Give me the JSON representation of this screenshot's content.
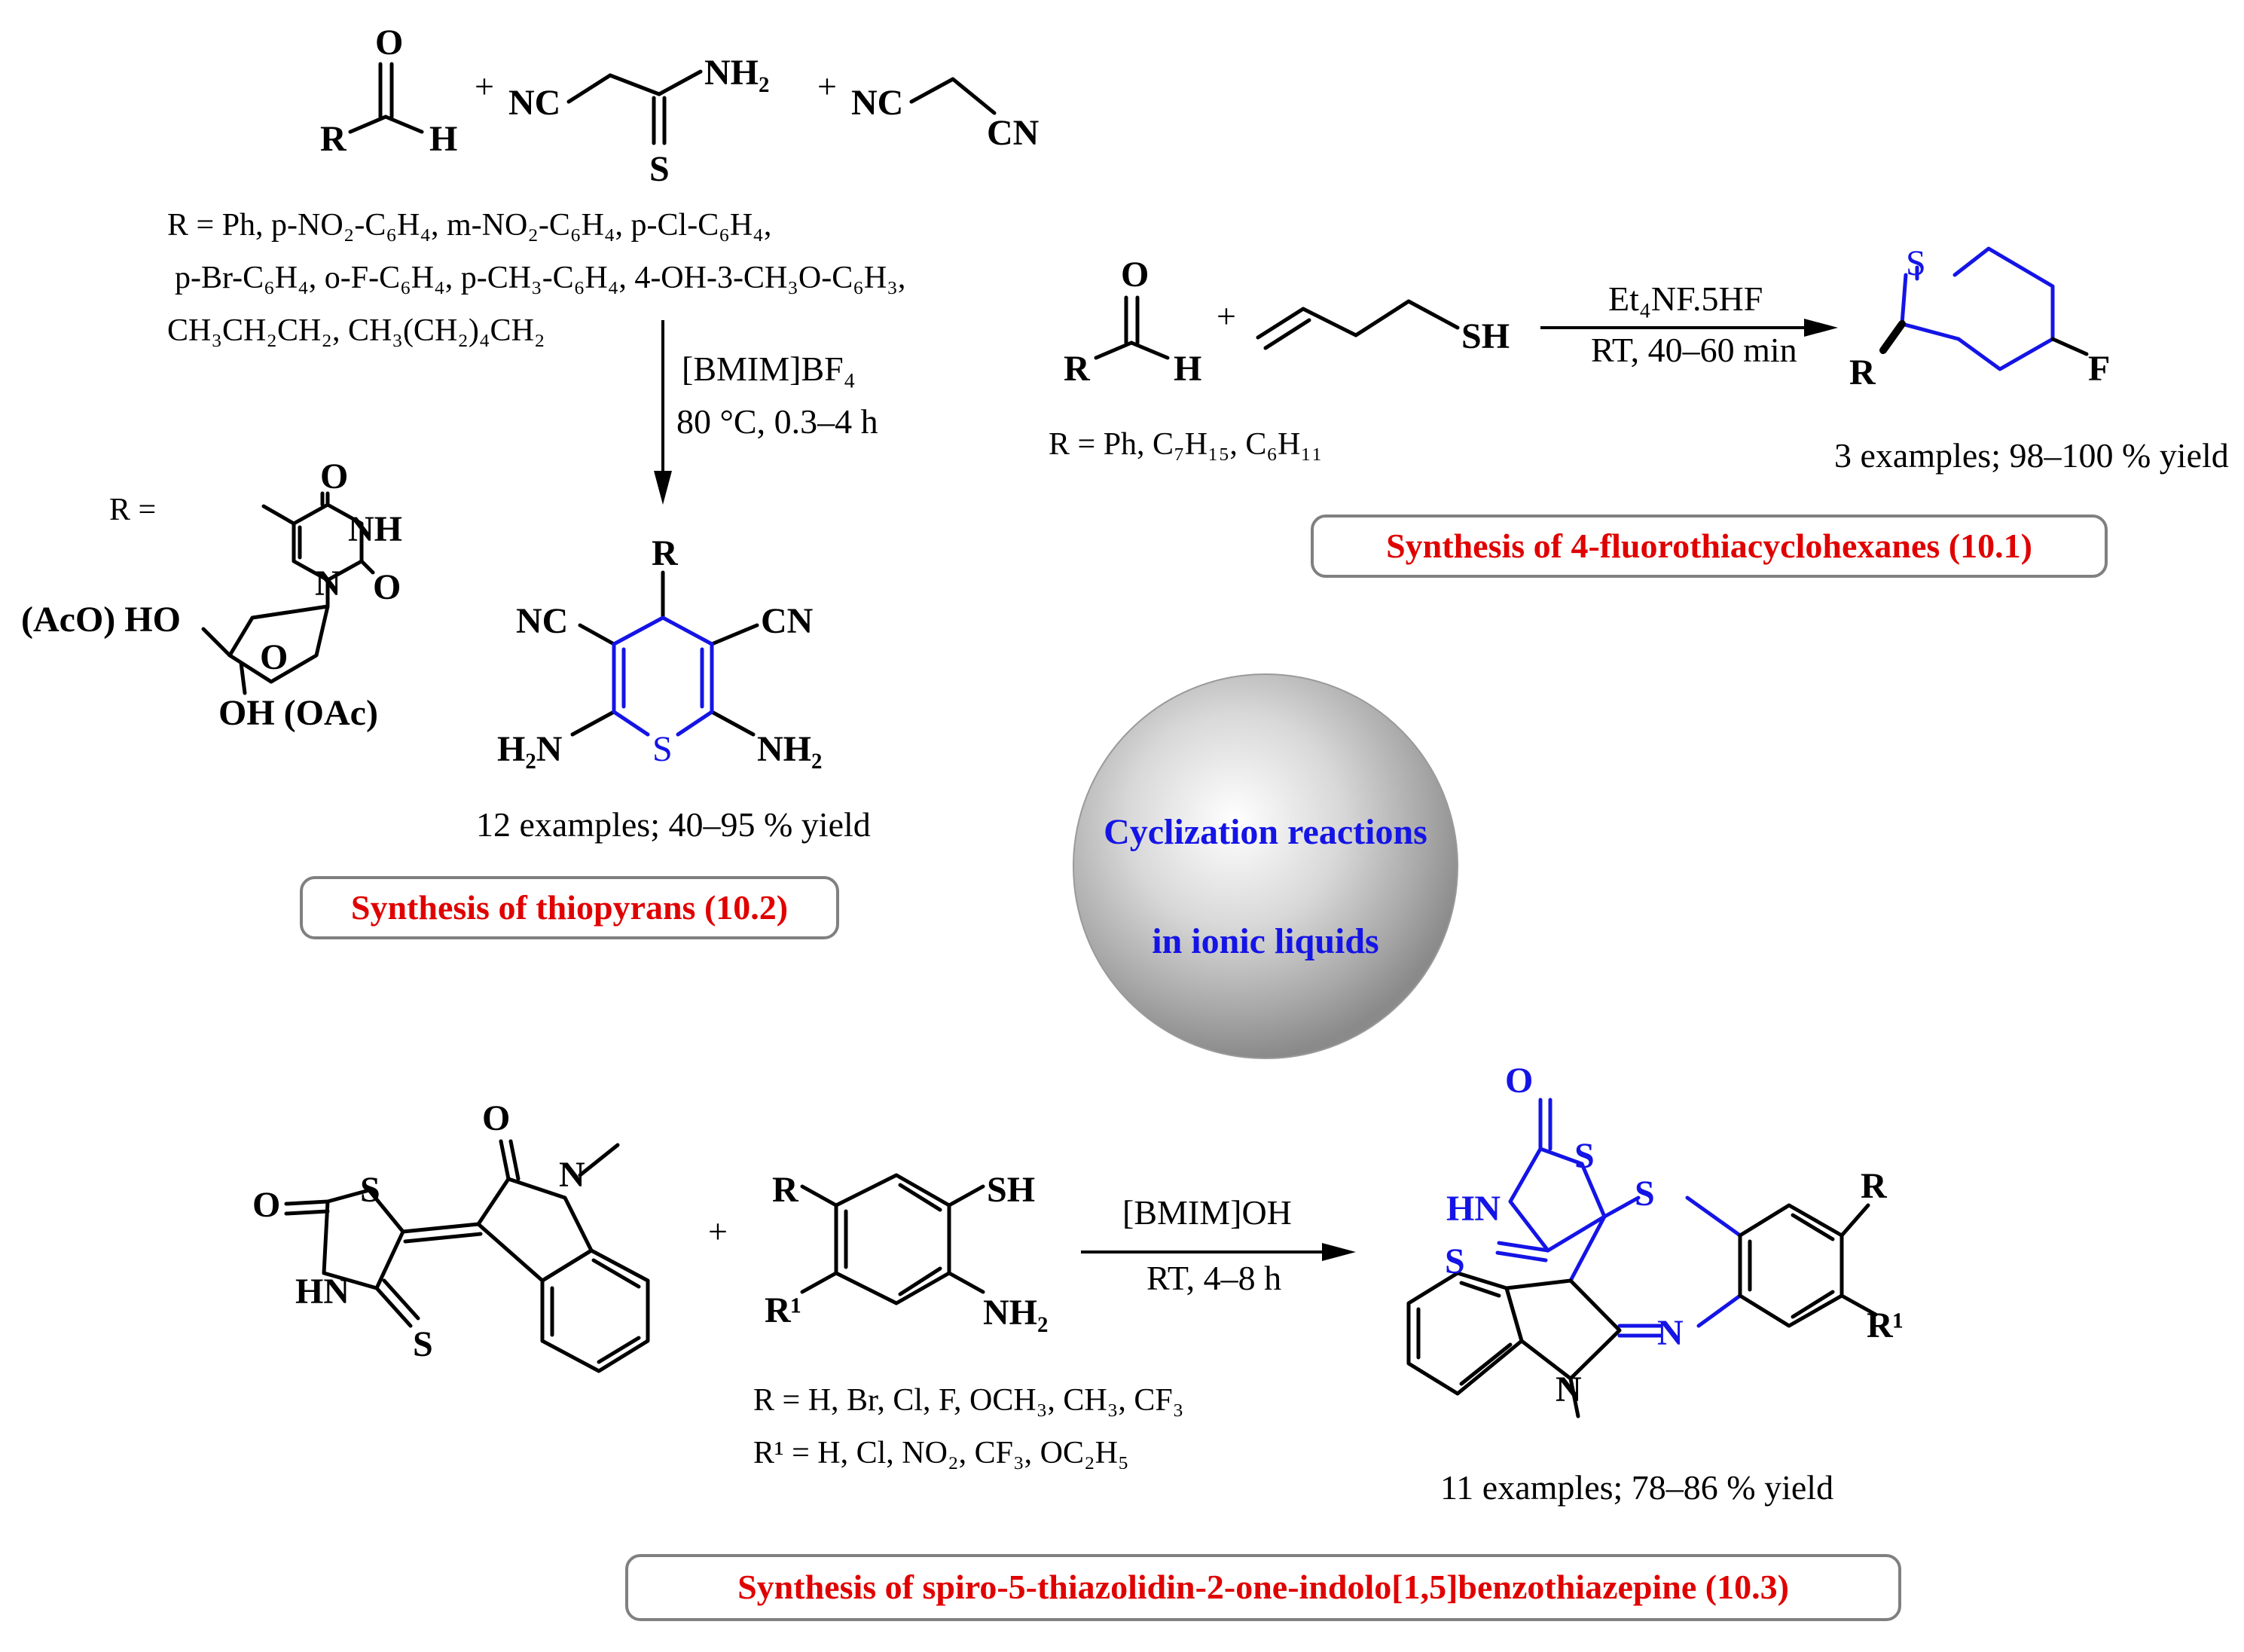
{
  "center": {
    "line1": "Cyclization reactions",
    "line2": "in ionic liquids"
  },
  "colors": {
    "title": "#e00000",
    "accent_blue": "#1414e6",
    "box_border": "#808080"
  },
  "reaction_10_2": {
    "reactant_labels": {
      "aldehyde_O": "O",
      "aldehyde_R": "R",
      "aldehyde_H": "H",
      "plus1": "+",
      "cyanothio_NC": "NC",
      "cyanothio_NH2": "NH₂",
      "cyanothio_S": "S",
      "plus2": "+",
      "malono_NC": "NC",
      "malono_CN": "CN"
    },
    "r_groups": {
      "line1": "R = Ph, p-NO₂-C₆H₄, m-NO₂-C₆H₄, p-Cl-C₆H₄,",
      "line2": "p-Br-C₆H₄, o-F-C₆H₄, p-CH₃-C₆H₄, 4-OH-3-CH₃O-C₆H₃,",
      "line3": "CH₃CH₂CH₂, CH₃(CH₂)₄CH₂"
    },
    "conditions": {
      "reagent": "[BMIM]BF₄",
      "temp_time": "80 °C, 0.3–4 h"
    },
    "nucleoside": {
      "R_eq": "R =",
      "O_top": "O",
      "NH": "NH",
      "O_right": "O",
      "N": "N",
      "AcO_HO": "(AcO) HO",
      "ring_O": "O",
      "OH_OAc": "OH (OAc)"
    },
    "product_labels": {
      "R": "R",
      "NC": "NC",
      "CN": "CN",
      "H2N": "H₂N",
      "S": "S",
      "NH2": "NH₂"
    },
    "yield": "12 examples; 40–95 % yield",
    "title": "Synthesis of thiopyrans (10.2)"
  },
  "reaction_10_1": {
    "reactant_labels": {
      "O": "O",
      "R": "R",
      "H": "H",
      "plus": "+",
      "SH": "SH"
    },
    "r_groups": "R = Ph, C₇H₁₅, C₆H₁₁",
    "conditions": {
      "reagent": "Et₄NF.5HF",
      "temp_time": "RT, 40–60 min"
    },
    "product_labels": {
      "S": "S",
      "R": "R",
      "F": "F"
    },
    "yield": "3 examples; 98–100 % yield",
    "title": "Synthesis of 4-fluorothiacyclohexanes (10.1)"
  },
  "reaction_10_3": {
    "reactant1_labels": {
      "O_lactam": "O",
      "N_methyl": "N",
      "O_thz": "O",
      "S_thz": "S",
      "HN": "HN",
      "S_thioxo": "S"
    },
    "plus": "+",
    "reactant2_labels": {
      "R": "R",
      "SH": "SH",
      "R1": "R¹",
      "NH2": "NH₂"
    },
    "r_groups": {
      "line1": "R = H, Br, Cl, F, OCH₃, CH₃, CF₃",
      "line2": "R¹ = H, Cl, NO₂, CF₃, OC₂H₅"
    },
    "conditions": {
      "reagent": "[BMIM]OH",
      "temp_time": "RT, 4–8 h"
    },
    "product_labels": {
      "O": "O",
      "S_thz": "S",
      "HN": "HN",
      "S_spiro": "S",
      "S_thioxo": "S",
      "R": "R",
      "R1": "R¹",
      "N_imine": "N",
      "N_methyl": "N"
    },
    "yield": "11 examples; 78–86 % yield",
    "title": "Synthesis of spiro-5-thiazolidin-2-one-indolo[1,5]benzothiazepine (10.3)"
  }
}
